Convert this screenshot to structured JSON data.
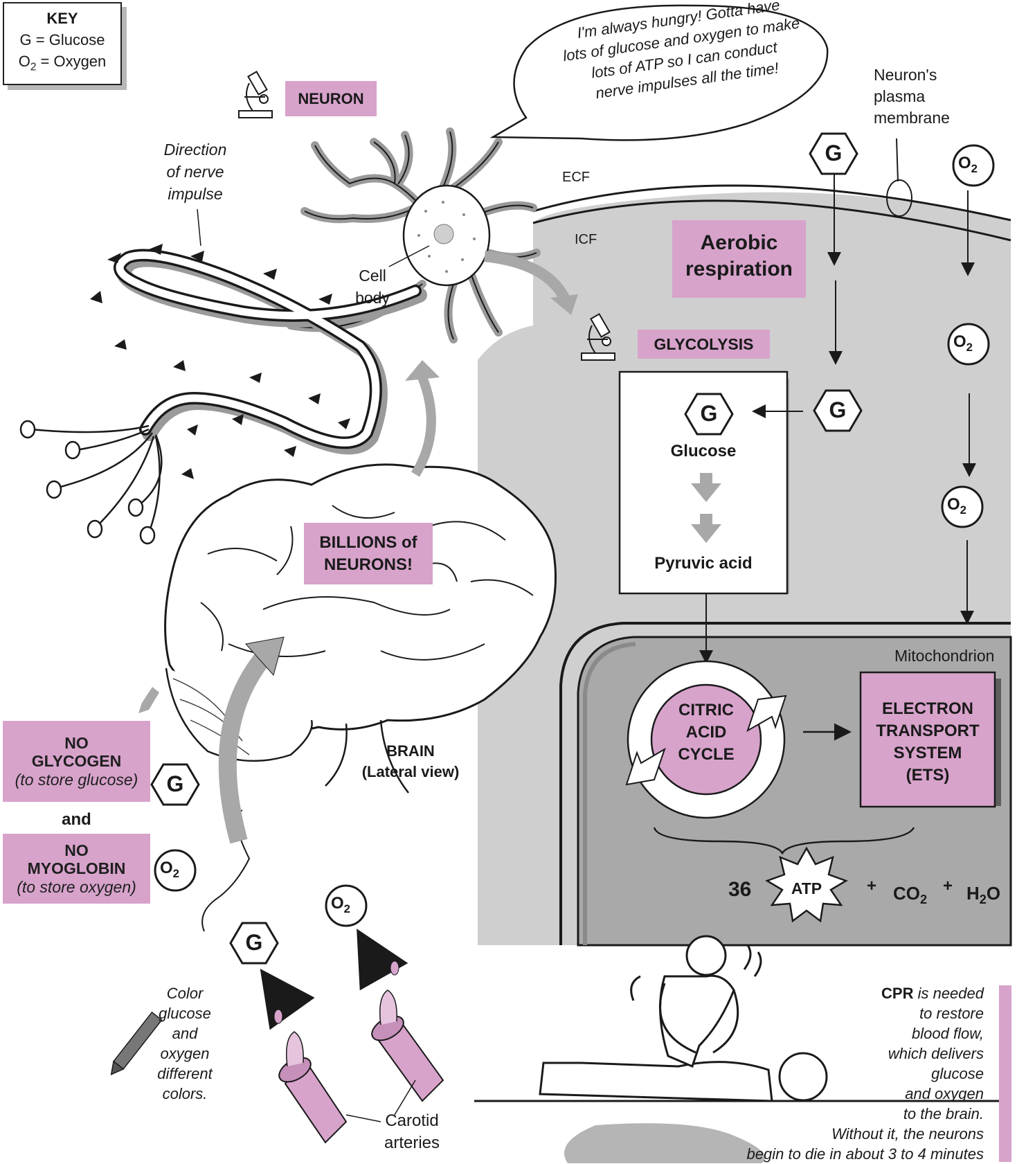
{
  "key": {
    "title": "KEY",
    "glucose_line": "G = Glucose",
    "oxygen_prefix": "O",
    "oxygen_sub": "2",
    "oxygen_suffix": " = Oxygen"
  },
  "neuron_label": "NEURON",
  "speech_bubble": [
    "I'm always hungry!  Gotta have",
    "lots of glucose and oxygen to make",
    "lots of ATP so I can conduct",
    "nerve impulses all the time!"
  ],
  "membrane_label": [
    "Neuron's",
    "plasma",
    "membrane"
  ],
  "ecf_label": "ECF",
  "icf_label": "ICF",
  "direction_label": [
    "Direction",
    "of nerve",
    "impulse"
  ],
  "cell_body_label": [
    "Cell",
    "body"
  ],
  "aerobic_label": [
    "Aerobic",
    "respiration"
  ],
  "glycolysis_label": "GLYCOLYSIS",
  "glucose_label": "Glucose",
  "pyruvic_label": "Pyruvic acid",
  "mitochondrion_label": "Mitochondrion",
  "citric_label": [
    "CITRIC",
    "ACID",
    "CYCLE"
  ],
  "ets_label": [
    "ELECTRON",
    "TRANSPORT",
    "SYSTEM",
    "(ETS)"
  ],
  "atp": {
    "count": "36",
    "label": "ATP",
    "plus1": "+",
    "co2_prefix": "CO",
    "co2_sub": "2",
    "plus2": "+",
    "h2o_prefix": "H",
    "h2o_sub": "2",
    "h2o_suffix": "O"
  },
  "billions_label": [
    "BILLIONS of",
    "NEURONS!"
  ],
  "brain_label": [
    "BRAIN",
    "(Lateral view)"
  ],
  "no_glycogen": {
    "line1": "NO",
    "line2": "GLYCOGEN",
    "line3": "(to store glucose)"
  },
  "and_label": "and",
  "no_myoglobin": {
    "line1": "NO",
    "line2": "MYOGLOBIN",
    "line3": "(to store oxygen)"
  },
  "color_instruction": [
    "Color",
    "glucose",
    "and",
    "oxygen",
    "different",
    "colors."
  ],
  "carotid_label": [
    "Carotid",
    "arteries"
  ],
  "cpr_text": {
    "bold": "CPR",
    "line1_rest": " is needed",
    "lines": [
      "to restore",
      "blood flow,",
      "which delivers",
      "glucose",
      "and oxygen",
      "to the brain.",
      "Without it, the neurons",
      "begin to die in about 3 to 4 minutes"
    ]
  },
  "symbols": {
    "glucose": "G",
    "oxygen_prefix": "O",
    "oxygen_sub": "2"
  },
  "colors": {
    "pink": "#d7a3cb",
    "icf_gray": "#cfcfcf",
    "mito_gray": "#a9a9a9",
    "arrow_gray": "#a8a8a8"
  }
}
